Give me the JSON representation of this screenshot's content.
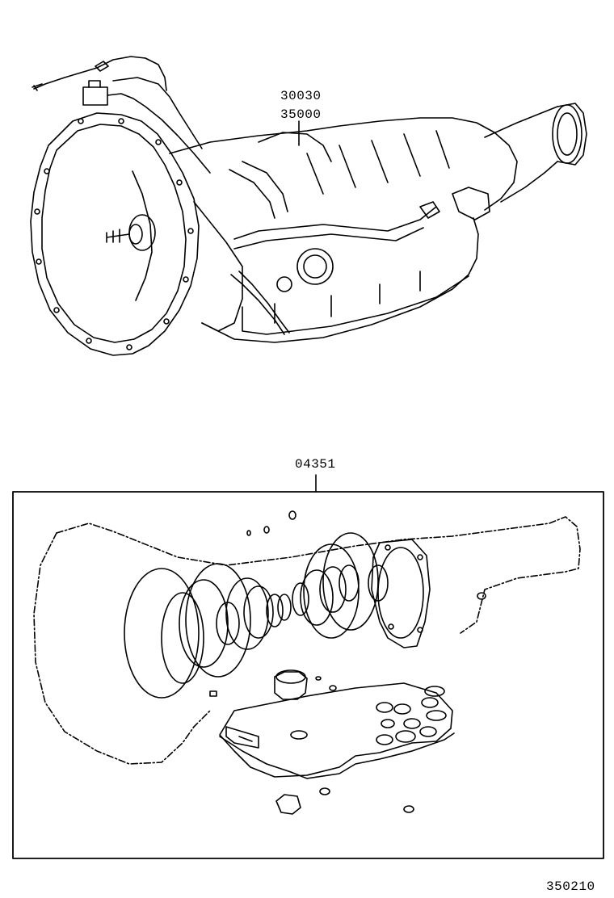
{
  "callouts": {
    "assembly_part_1": "30030",
    "assembly_part_2": "35000",
    "gasket_kit": "04351"
  },
  "figure_number": "350210"
}
